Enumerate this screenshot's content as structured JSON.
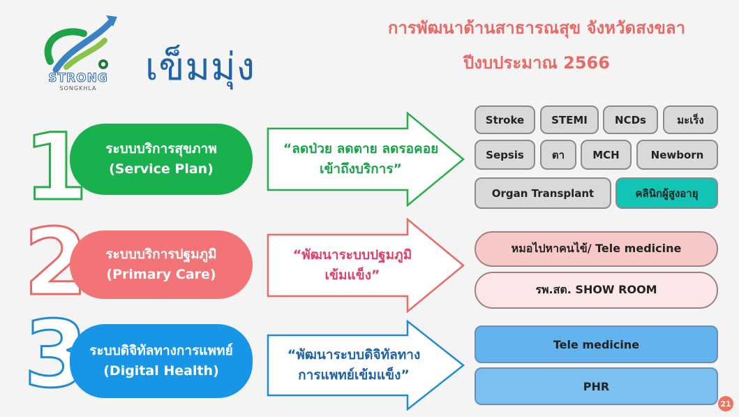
{
  "header": {
    "logo_text": "STRONG",
    "logo_subtext": "SONGKHLA",
    "title": "เข็มมุ่ง",
    "subtitle_line1": "การพัฒนาด้านสาธารณสุข จังหวัดสงขลา",
    "subtitle_line2": "ปีงบประมาณ 2566"
  },
  "rows": [
    {
      "number": "1",
      "pill_line1": "ระบบบริการสุขภาพ",
      "pill_line2": "(Service Plan)",
      "arrow_line1": "“ลดป่วย ลดตาย ลดรอคอย",
      "arrow_line2": "เข้าถึงบริการ”",
      "tags": [
        "Stroke",
        "STEMI",
        "NCDs",
        "มะเร็ง",
        "Sepsis",
        "ตา",
        "MCH",
        "Newborn",
        "Organ Transplant",
        "คลินิกผู้สูงอายุ"
      ]
    },
    {
      "number": "2",
      "pill_line1": "ระบบบริการปฐมภูมิ",
      "pill_line2": "(Primary Care)",
      "arrow_line1": "“พัฒนาระบบปฐมภูมิ",
      "arrow_line2": "เข้มแข็ง”",
      "items": [
        "หมอไปหาคนไข้/ Tele medicine",
        "รพ.สต. SHOW ROOM"
      ]
    },
    {
      "number": "3",
      "pill_line1": "ระบบดิจิทัลทางการแพทย์",
      "pill_line2": "(Digital Health)",
      "arrow_line1": "“พัฒนาระบบดิจิทัลทาง",
      "arrow_line2": "การแพทย์เข้มแข็ง”",
      "items": [
        "Tele medicine",
        "PHR"
      ]
    }
  ],
  "page_number": "21",
  "colors": {
    "green": "#19b14e",
    "pink": "#f27476",
    "blue": "#1796e8",
    "title_blue": "#1f63a8",
    "subtitle_red": "#e86a66",
    "teal": "#12c4b6"
  }
}
